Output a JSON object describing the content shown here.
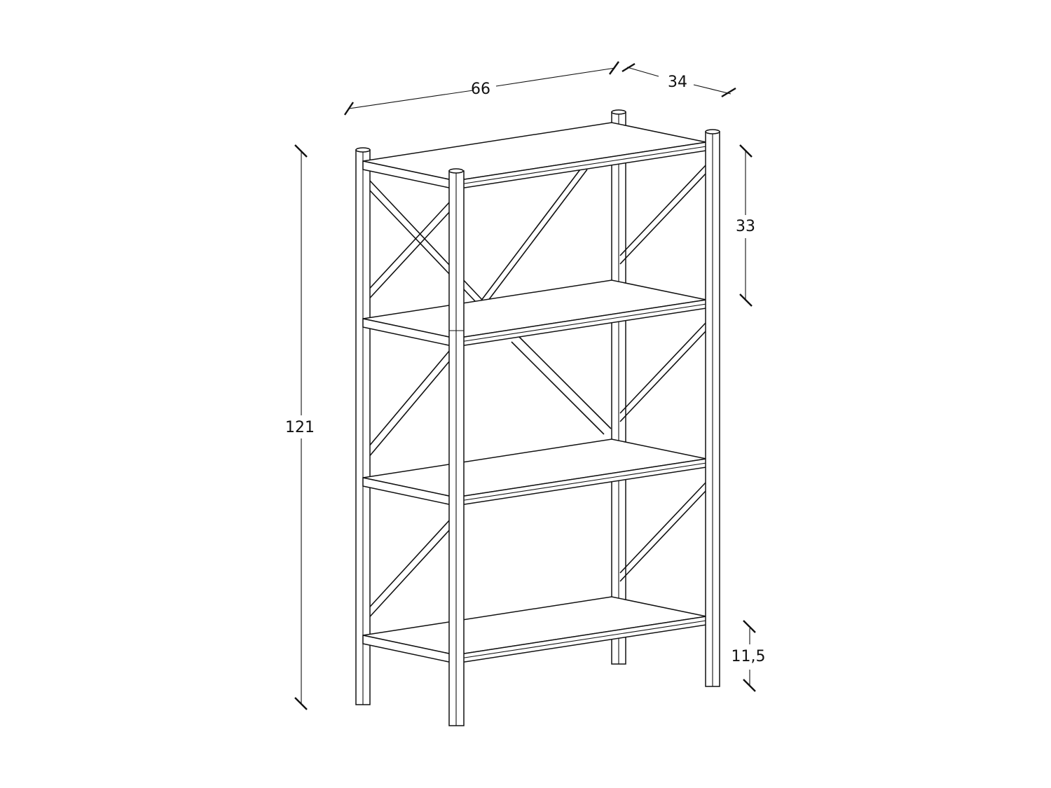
{
  "drawing": {
    "subject": "4-tier metal shelving unit with X-braces",
    "units": "cm",
    "dimensions": {
      "width": "66",
      "depth": "34",
      "height": "121",
      "shelf_spacing": "33",
      "bottom_clearance": "11,5"
    },
    "shelf_count": 4,
    "line_color": "#111111",
    "background": "#ffffff"
  }
}
